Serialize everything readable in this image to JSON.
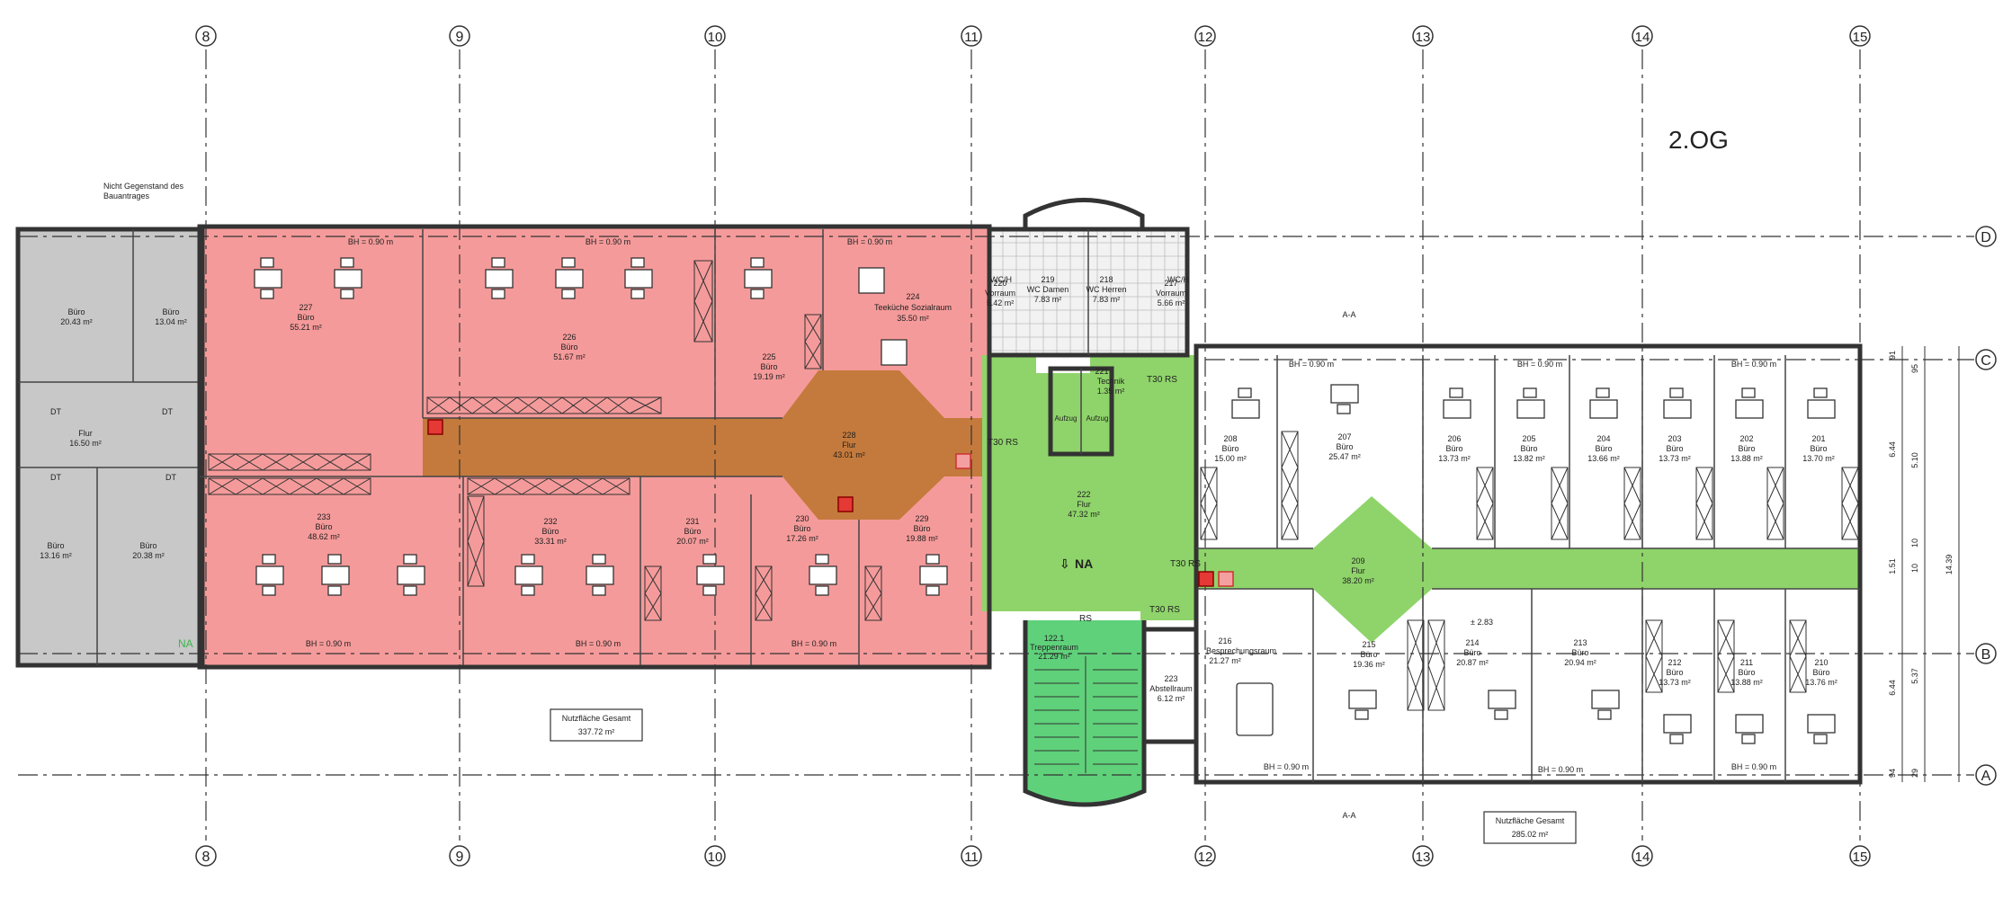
{
  "floor_label": "2.OG",
  "note_top_left": [
    "Nicht Gegenstand des",
    "Bauantrages"
  ],
  "axis_columns": [
    "8",
    "9",
    "10",
    "11",
    "12",
    "13",
    "14",
    "15"
  ],
  "axis_rows": [
    "D",
    "C",
    "B",
    "A"
  ],
  "dimensions": [
    "6.44",
    "5.10",
    "10",
    "1.51",
    "10",
    "5.37",
    "6.44",
    "14.39",
    "91",
    "95",
    "94",
    "29"
  ],
  "colors": {
    "red_zone": "#f59a9a",
    "brown_corridor": "#c47a3c",
    "green_zone": "#8fd46a",
    "stair_green": "#5fd17a",
    "gray_zone": "#c8c8c8"
  },
  "rooms": {
    "gray_buero_tl": {
      "name": "Büro",
      "area": "20.43 m²"
    },
    "gray_buero_tr": {
      "name": "Büro",
      "area": "13.04 m²"
    },
    "gray_flur": {
      "name": "Flur",
      "area": "16.50 m²"
    },
    "gray_buero_bl": {
      "name": "Büro",
      "area": "13.16 m²"
    },
    "gray_buero_br": {
      "name": "Büro",
      "area": "20.38 m²"
    },
    "r227": {
      "num": "227",
      "name": "Büro",
      "area": "55.21 m²"
    },
    "r226": {
      "num": "226",
      "name": "Büro",
      "area": "51.67 m²"
    },
    "r225": {
      "num": "225",
      "name": "Büro",
      "area": "19.19 m²"
    },
    "r224": {
      "num": "224",
      "name": "Teeküche Sozialraum",
      "area": "35.50 m²"
    },
    "r228": {
      "num": "228",
      "name": "Flur",
      "area": "43.01 m²"
    },
    "r233": {
      "num": "233",
      "name": "Büro",
      "area": "48.62 m²"
    },
    "r232": {
      "num": "232",
      "name": "Büro",
      "area": "33.31 m²"
    },
    "r231": {
      "num": "231",
      "name": "Büro",
      "area": "20.07 m²"
    },
    "r230": {
      "num": "230",
      "name": "Büro",
      "area": "17.26 m²"
    },
    "r229": {
      "num": "229",
      "name": "Büro",
      "area": "19.88 m²"
    },
    "r220": {
      "num": "220",
      "name": "Vorraum",
      "area": "5.42 m²"
    },
    "r219": {
      "num": "219",
      "name": "WC Damen",
      "area": "7.83 m²"
    },
    "r218": {
      "num": "218",
      "name": "WC Herren",
      "area": "7.83 m²"
    },
    "r217": {
      "num": "217",
      "name": "Vorraum",
      "area": "5.66 m²"
    },
    "r221": {
      "num": "221",
      "name": "Technik",
      "area": "1.35 m²"
    },
    "r222": {
      "num": "222",
      "name": "Flur",
      "area": "47.32 m²"
    },
    "r122": {
      "num": "122.1",
      "name": "Treppenraum",
      "area": "21.29 m²"
    },
    "r223": {
      "num": "223",
      "name": "Abstellraum",
      "area": "6.12 m²"
    },
    "r208": {
      "num": "208",
      "name": "Büro",
      "area": "15.00 m²"
    },
    "r207": {
      "num": "207",
      "name": "Büro",
      "area": "25.47 m²"
    },
    "r206": {
      "num": "206",
      "name": "Büro",
      "area": "13.73 m²"
    },
    "r205": {
      "num": "205",
      "name": "Büro",
      "area": "13.82 m²"
    },
    "r204": {
      "num": "204",
      "name": "Büro",
      "area": "13.66 m²"
    },
    "r203": {
      "num": "203",
      "name": "Büro",
      "area": "13.73 m²"
    },
    "r202": {
      "num": "202",
      "name": "Büro",
      "area": "13.88 m²"
    },
    "r201": {
      "num": "201",
      "name": "Büro",
      "area": "13.70 m²"
    },
    "r209": {
      "num": "209",
      "name": "Flur",
      "area": "38.20 m²"
    },
    "r216": {
      "num": "216",
      "name": "Besprechungsraum",
      "area": "21.27 m²"
    },
    "r215": {
      "num": "215",
      "name": "Büro",
      "area": "19.36 m²"
    },
    "r214": {
      "num": "214",
      "name": "Büro",
      "area": "20.87 m²"
    },
    "r213": {
      "num": "213",
      "name": "Büro",
      "area": "20.94 m²"
    },
    "r212": {
      "num": "212",
      "name": "Büro",
      "area": "13.73 m²"
    },
    "r211": {
      "num": "211",
      "name": "Büro",
      "area": "13.88 m²"
    },
    "r210": {
      "num": "210",
      "name": "Büro",
      "area": "13.76 m²"
    }
  },
  "labels": {
    "bh": "BH = 0.90 m",
    "dt": "DT",
    "na": "NA",
    "t30rs": "T30 RS",
    "rs": "RS",
    "wch": "WC/H",
    "aufzug": "Aufzug",
    "section": "A-A",
    "level_mark": "± 2.83"
  },
  "totals": {
    "left": {
      "title": "Nutzfläche Gesamt",
      "value": "337.72 m²"
    },
    "right": {
      "title": "Nutzfläche Gesamt",
      "value": "285.02 m²"
    }
  }
}
